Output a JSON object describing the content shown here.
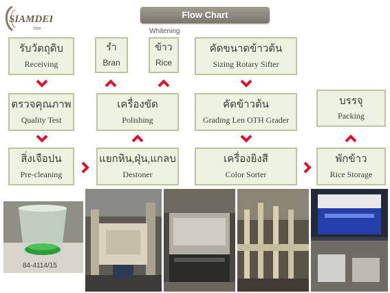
{
  "title": "Flow Chart",
  "logo": {
    "brand": "SIAMDEE",
    "year": "2008"
  },
  "note": "Whitening",
  "boxes": {
    "receiving": {
      "th": "รับวัตถุดิบ",
      "en": "Receiving"
    },
    "quality": {
      "th": "ตรวจคุณภาพ",
      "en": "Quality Test"
    },
    "precleaning": {
      "th": "สิ่งเจือปน",
      "en": "Pre-cleaning"
    },
    "bran": {
      "th": "รำ",
      "en": "Bran"
    },
    "rice": {
      "th": "ข้าว",
      "en": "Rice"
    },
    "polishing": {
      "th": "เครื่องขัด",
      "en": "Polishing"
    },
    "destoner": {
      "th": "แยกหิน,ฝุ่น,แกลบ",
      "en": "Destoner"
    },
    "sizing": {
      "th": "คัดขนาดข้าวต้น",
      "en": "Sizing Rotary Sifter"
    },
    "grading": {
      "th": "คัดข้าวต้น",
      "en": "Grading Len OTH Grader"
    },
    "color": {
      "th": "เครื่องยิงสี",
      "en": "Color Sorter"
    },
    "packing": {
      "th": "บรรจุ",
      "en": "Packing"
    },
    "storage": {
      "th": "พักข้าว",
      "en": "Rice Storage"
    }
  },
  "sample_label": "84-4114/15",
  "colors": {
    "arrow": "#e0102a",
    "box_bg": "#eef3e1",
    "box_border": "#bcc5a2",
    "title_bg": "#8c887e"
  }
}
